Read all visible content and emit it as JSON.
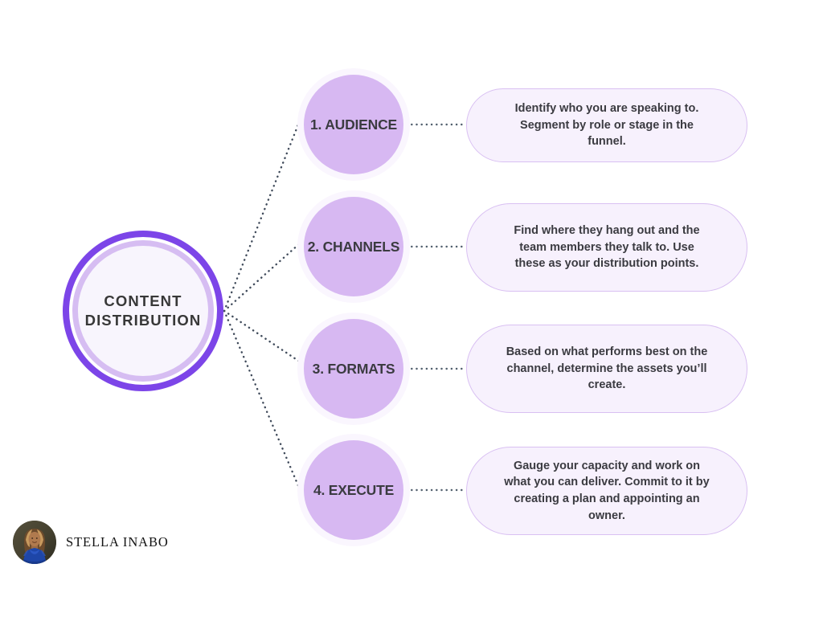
{
  "hub": {
    "title": "CONTENT\nDISTRIBUTION"
  },
  "colors": {
    "hub_ring_outer": "#7c45e8",
    "hub_ring_inner": "#d6bdf2",
    "hub_fill": "#f8f5fd",
    "step_circle_fill": "#d7b8f2",
    "step_circle_glow": "#faf6fe",
    "pill_fill": "#f7f1fd",
    "pill_border": "#d9c0f2",
    "connector_line": "#3f4a5a",
    "text_dark": "#3b3b41",
    "background": "#ffffff"
  },
  "steps": [
    {
      "label": "1. AUDIENCE",
      "description": "Identify who you are speaking to. Segment by role or stage in the funnel."
    },
    {
      "label": "2. CHANNELS",
      "description": "Find where they hang out and the team members they talk to. Use these as your distribution points."
    },
    {
      "label": "3. FORMATS",
      "description": "Based on what performs best on the channel, determine the assets you’ll create."
    },
    {
      "label": "4. EXECUTE",
      "description": "Gauge your capacity and work on what you can deliver. Commit to it by creating a plan and appointing an owner."
    }
  ],
  "credit": {
    "name": "STELLA INABO",
    "avatar_icon": "person-portrait-avatar"
  }
}
